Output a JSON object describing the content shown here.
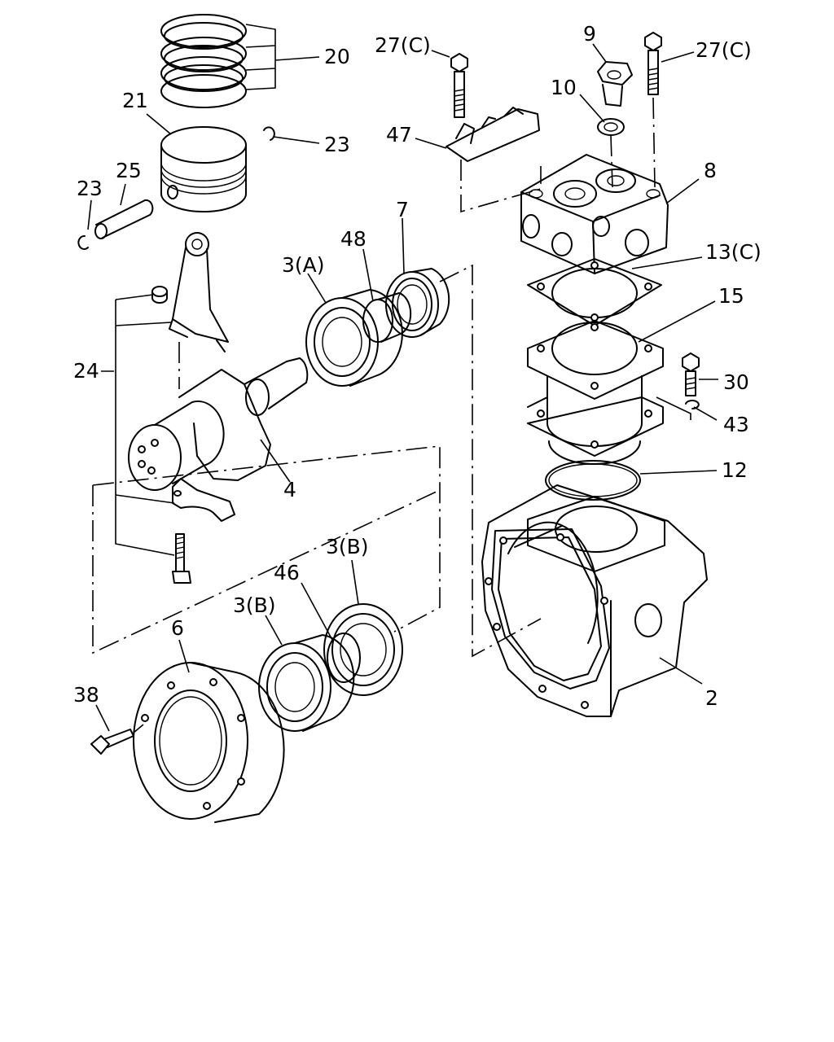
{
  "callouts": {
    "c20": "20",
    "c21": "21",
    "c23a": "23",
    "c23b": "23",
    "c25": "25",
    "c27a": "27(C)",
    "c27b": "27(C)",
    "c9": "9",
    "c10": "10",
    "c47": "47",
    "c8": "8",
    "c7": "7",
    "c48": "48",
    "c3a": "3(A)",
    "c13": "13(C)",
    "c15": "15",
    "c24": "24",
    "c30": "30",
    "c43": "43",
    "c4": "4",
    "c12": "12",
    "c3b1": "3(B)",
    "c46": "46",
    "c3b2": "3(B)",
    "c6": "6",
    "c2": "2",
    "c38": "38"
  }
}
